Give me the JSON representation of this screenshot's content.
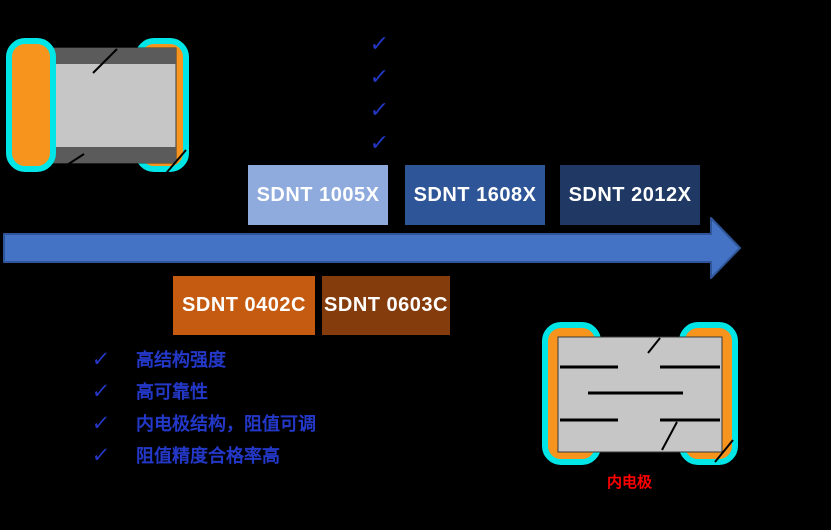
{
  "chip_exterior": {
    "name": "chip-resistor-exterior",
    "colors": {
      "outline": "#00E6E6",
      "terminal": "#F7941E",
      "body": "#C6C6C6",
      "band": "#5B5B5B",
      "callout": "#000000"
    }
  },
  "top_checklist": {
    "check": "✓",
    "count": 4,
    "color": "#2438C8"
  },
  "roadmap": {
    "upper_series": [
      {
        "label": "SDNT 1005X",
        "bg": "#8FAADC"
      },
      {
        "label": "SDNT 1608X",
        "bg": "#2E5597"
      },
      {
        "label": "SDNT 2012X",
        "bg": "#1F3864"
      }
    ],
    "lower_series": [
      {
        "label": "SDNT 0402C",
        "bg": "#C55A11"
      },
      {
        "label": "SDNT 0603C",
        "bg": "#843C0C"
      }
    ],
    "arrow": {
      "fill": "#4472C4",
      "border": "#2E5597"
    }
  },
  "features": {
    "check": "✓",
    "color": "#2438C8",
    "items": [
      "高结构强度",
      "高可靠性",
      "内电极结构，阻值可调",
      "阻值精度合格率高"
    ]
  },
  "chip_internal": {
    "name": "chip-resistor-internal-structure",
    "label": "内电极",
    "label_color": "#FF0000",
    "colors": {
      "outline": "#00E6E6",
      "terminal": "#F7941E",
      "body": "#C6C6C6",
      "electrode": "#000000",
      "callout": "#000000"
    }
  }
}
